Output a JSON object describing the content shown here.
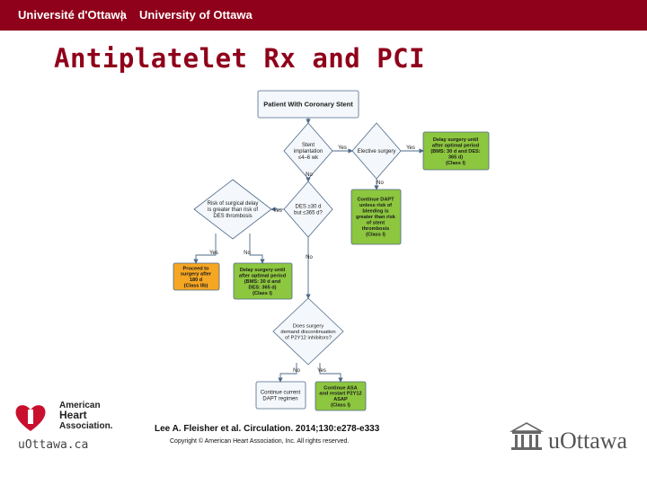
{
  "header": {
    "univ_fr": "Université d'Ottawa",
    "separator": "|",
    "univ_en": "University of Ottawa"
  },
  "slide_title": "Antiplatelet Rx and PCI",
  "colors": {
    "brand": "#8f001a",
    "green": "#8dc63f",
    "orange": "#f5a623",
    "box_fill": "#f4f7fb",
    "box_border": "#4e6a88"
  },
  "flowchart": {
    "start": "Patient With Coronary Stent",
    "d1": [
      "Stent",
      "implantation",
      "≤4–6 wk"
    ],
    "elective": "Elective surgery",
    "delay1": [
      "Delay surgery until",
      "after optimal period",
      "(BMS: 30 d and DES:",
      "365 d)",
      "(Class I)"
    ],
    "d2": [
      "DES ≥30 d",
      "but ≤365 d?"
    ],
    "cont_dapt": [
      "Continue DAPT",
      "unless risk of",
      "bleeding is",
      "greater than risk",
      "of stent",
      "thrombosis",
      "(Class I)"
    ],
    "d3": [
      "Risk of surgical delay",
      "is greater than risk of",
      "DES thrombosis"
    ],
    "proceed": [
      "Proceed to",
      "surgery after",
      "180 d",
      "(Class IIb)"
    ],
    "delay2": [
      "Delay surgery until",
      "after optimal period",
      "(BMS: 30 d and",
      "DES: 365 d)",
      "(Class I)"
    ],
    "d4": [
      "Does surgery",
      "demand discontinuation",
      "of P2Y12 inhibitors?"
    ],
    "cont_current": [
      "Continue current",
      "DAPT regimen"
    ],
    "cont_asa": [
      "Continue ASA",
      "and restart P2Y12",
      "ASAP",
      "(Class I)"
    ],
    "yes": "Yes",
    "no": "No"
  },
  "footer": {
    "citation": "Lee A. Fleisher et al. Circulation. 2014;130:e278-e333",
    "copyright": "Copyright © American Heart Association, Inc. All rights reserved.",
    "left_brand": "uOttawa.ca",
    "aha_lines": [
      "American",
      "Heart",
      "Association."
    ],
    "right_brand": "uOttawa"
  }
}
